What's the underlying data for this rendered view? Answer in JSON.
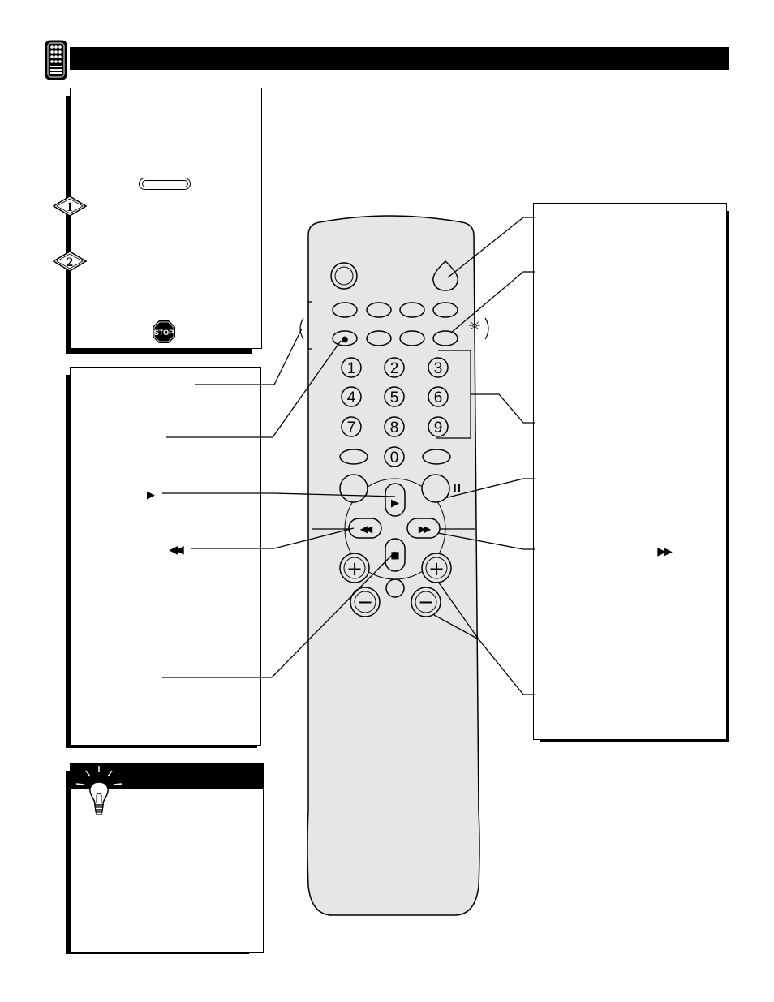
{
  "colors": {
    "ink": "#000000",
    "paper": "#ffffff",
    "remote_body": "#e6e6e6",
    "stop_sign": "#000000"
  },
  "icons": {
    "header": "remote-control-icon",
    "tip": "light-bulb-icon",
    "stop": "stop-sign-icon"
  },
  "steps": {
    "step1": "1",
    "step2": "2"
  },
  "stop_sign": {
    "text": "STOP"
  },
  "remote": {
    "keypad": [
      "1",
      "2",
      "3",
      "4",
      "5",
      "6",
      "7",
      "8",
      "9",
      "0"
    ],
    "glyphs": {
      "play": "▶",
      "pause": "II",
      "rewind": "◀◀",
      "fast_forward": "▶▶",
      "stop": "■",
      "record": "●",
      "plus": "+",
      "minus": "−",
      "light": "☼"
    }
  },
  "callout_symbols": {
    "play": "▶",
    "rewind": "◀◀",
    "fast_forward": "▶▶"
  }
}
